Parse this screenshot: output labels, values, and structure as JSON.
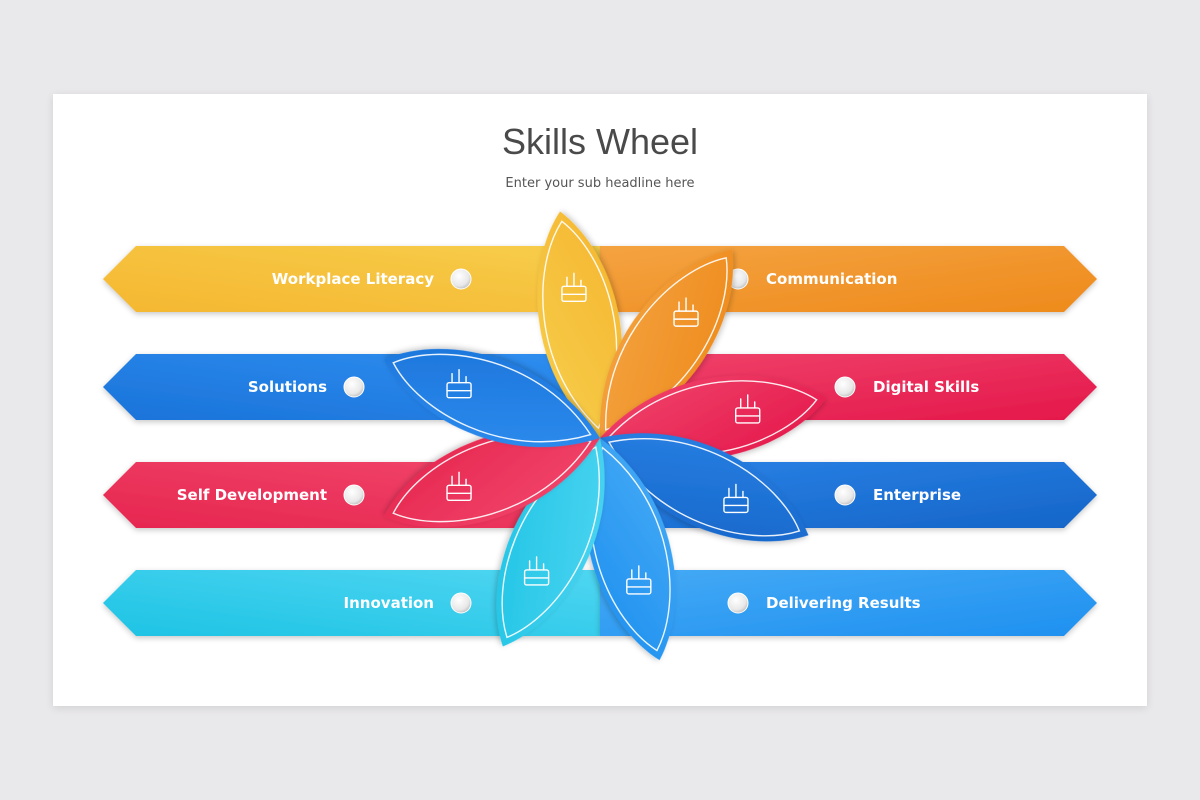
{
  "title": "Skills Wheel",
  "subtitle": "Enter your sub headline here",
  "skills": [
    {
      "label": "Workplace Literacy",
      "side": "left",
      "color": "#f5b731",
      "color2": "#f7cd4a",
      "icon": "books-chart-icon"
    },
    {
      "label": "Solutions",
      "side": "left",
      "color": "#1a73d9",
      "color2": "#2f8ef0",
      "icon": "idea-hand-icon"
    },
    {
      "label": "Self Development",
      "side": "left",
      "color": "#e6264f",
      "color2": "#f2466c",
      "icon": "growth-gear-icon"
    },
    {
      "label": "Innovation",
      "side": "left",
      "color": "#1ec3e4",
      "color2": "#4fd6f2",
      "icon": "bulb-network-icon"
    },
    {
      "label": "Communication",
      "side": "right",
      "color": "#ee8a1b",
      "color2": "#f4a341",
      "icon": "chat-people-icon"
    },
    {
      "label": "Digital Skills",
      "side": "right",
      "color": "#e4174a",
      "color2": "#f0436b",
      "icon": "gear-flow-icon"
    },
    {
      "label": "Enterprise",
      "side": "right",
      "color": "#1565c8",
      "color2": "#2a82e6",
      "icon": "buildings-icon"
    },
    {
      "label": "Delivering Results",
      "side": "right",
      "color": "#1e90f0",
      "color2": "#45aaf5",
      "icon": "report-search-icon"
    }
  ]
}
